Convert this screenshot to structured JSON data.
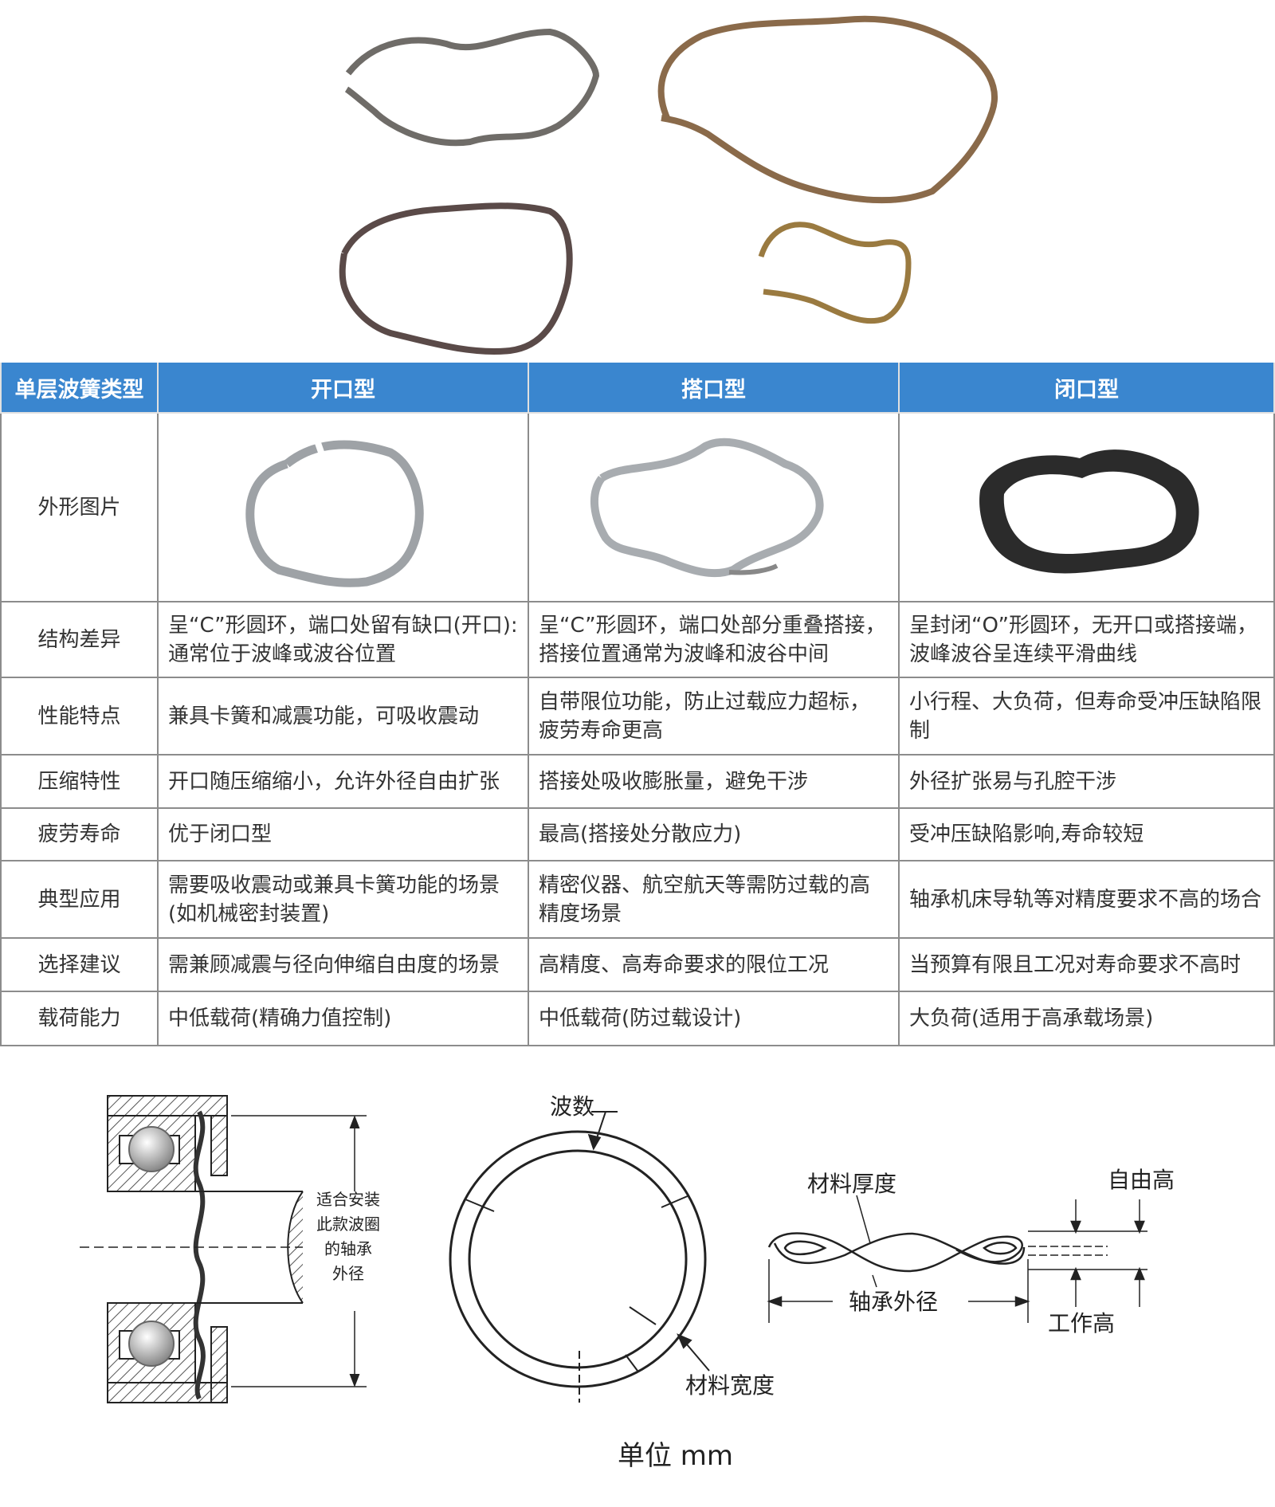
{
  "table": {
    "headers": [
      "单层波簧类型",
      "开口型",
      "搭口型",
      "闭口型"
    ],
    "image_row_label": "外形图片",
    "rows": [
      {
        "label": "结构差异",
        "open": "呈“C”形圆环，端口处留有缺口(开口):通常位于波峰或波谷位置",
        "lap": "呈“C”形圆环，端口处部分重叠搭接，搭接位置通常为波峰和波谷中间",
        "closed": "呈封闭“O”形圆环，无开口或搭接端，波峰波谷呈连续平滑曲线"
      },
      {
        "label": "性能特点",
        "open": "兼具卡簧和减震功能，可吸收震动",
        "lap": "自带限位功能，防止过载应力超标，疲劳寿命更高",
        "closed": "小行程、大负荷，但寿命受冲压缺陷限制"
      },
      {
        "label": "压缩特性",
        "open": "开口随压缩缩小，允许外径自由扩张",
        "lap": "搭接处吸收膨胀量，避免干涉",
        "closed": "外径扩张易与孔腔干涉"
      },
      {
        "label": "疲劳寿命",
        "open": "优于闭口型",
        "lap": "最高(搭接处分散应力)",
        "closed": "受冲压缺陷影响,寿命较短"
      },
      {
        "label": "典型应用",
        "open": "需要吸收震动或兼具卡簧功能的场景(如机械密封装置)",
        "lap": "精密仪器、航空航天等需防过载的高精度场景",
        "closed": "轴承机床导轨等对精度要求不高的场合"
      },
      {
        "label": "选择建议",
        "open": "需兼顾减震与径向伸缩自由度的场景",
        "lap": "高精度、高寿命要求的限位工况",
        "closed": "当预算有限且工况对寿命要求不高时"
      },
      {
        "label": "载荷能力",
        "open": "中低载荷(精确力值控制)",
        "lap": "中低载荷(防过载设计)",
        "closed": "大负荷(适用于高承载场景)"
      }
    ]
  },
  "diagram": {
    "bearing_caption": [
      "适合安装",
      "此款波圈",
      "的轴承",
      "外径"
    ],
    "wave_count": "波数",
    "material_width": "材料宽度",
    "material_thickness": "材料厚度",
    "free_height": "自由高",
    "working_height": "工作高",
    "bearing_od": "轴承外径",
    "unit": "单位 mm"
  },
  "colors": {
    "header_blue": "#3a86cf",
    "grid": "#8c8c8c"
  }
}
